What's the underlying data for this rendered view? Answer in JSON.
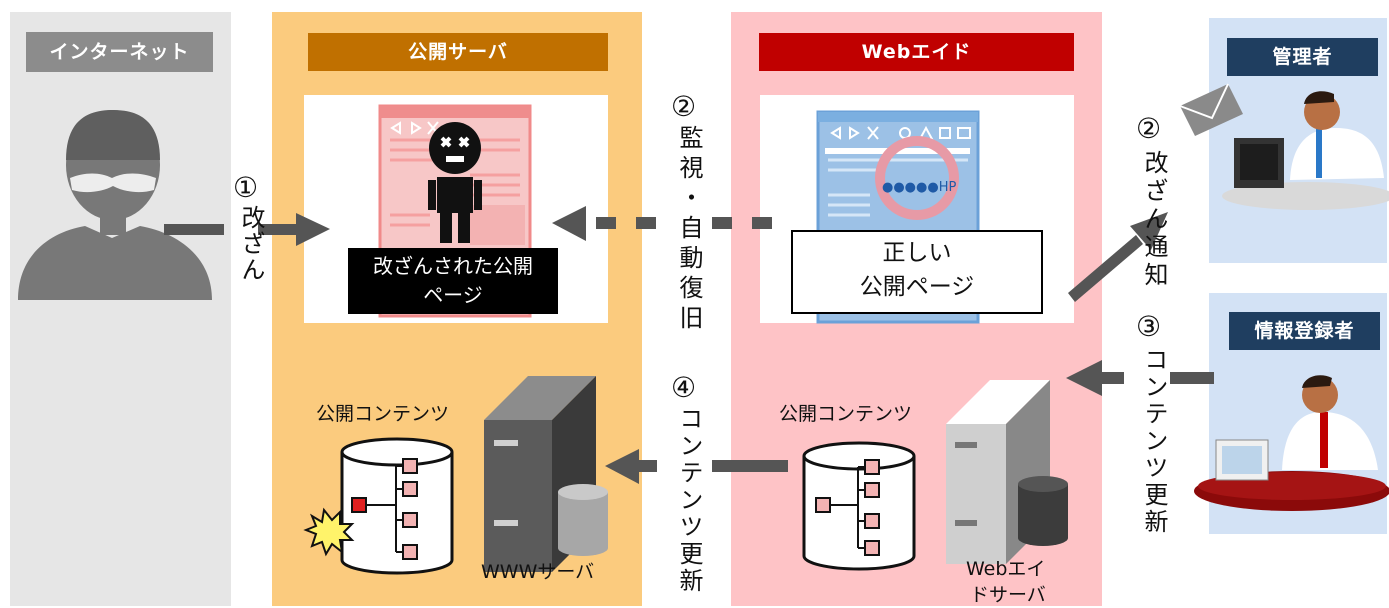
{
  "colors": {
    "internet_bg": "#e6e6e6",
    "internet_header": "#8c8c8c",
    "public_bg": "#fbcb7e",
    "public_header": "#c07000",
    "webaid_bg": "#fec3c6",
    "webaid_header": "#c00000",
    "admin_bg": "#d3e2f5",
    "admin_header": "#1f3e60",
    "arrow": "#555555"
  },
  "panels": {
    "internet": {
      "header": "インターネット"
    },
    "public_server": {
      "header": "公開サーバ"
    },
    "webaid": {
      "header": "Webエイド"
    },
    "admin": {
      "header": "管理者"
    },
    "registrant": {
      "header": "情報登録者"
    }
  },
  "public_server": {
    "tampered_page_label_1": "改ざんされた公開",
    "tampered_page_label_2": "ページ",
    "contents_label": "公開コンテンツ",
    "server_label": "WWWサーバ"
  },
  "webaid": {
    "correct_page_label_1": "正しい",
    "correct_page_label_2": "公開ページ",
    "contents_label": "公開コンテンツ",
    "server_label_1": "Webエイ",
    "server_label_2": "ドサーバ",
    "browser_text": "●●●●●HP"
  },
  "steps": {
    "tamper_num": "①",
    "tamper_text": "改ざん",
    "monitor_num": "②",
    "monitor_text": "監視・自動復旧",
    "notify_num": "②",
    "notify_text": "改ざん通知",
    "update_num": "③",
    "update_text": "コンテンツ更新",
    "sync_num": "④",
    "sync_text": "コンテンツ更新"
  }
}
